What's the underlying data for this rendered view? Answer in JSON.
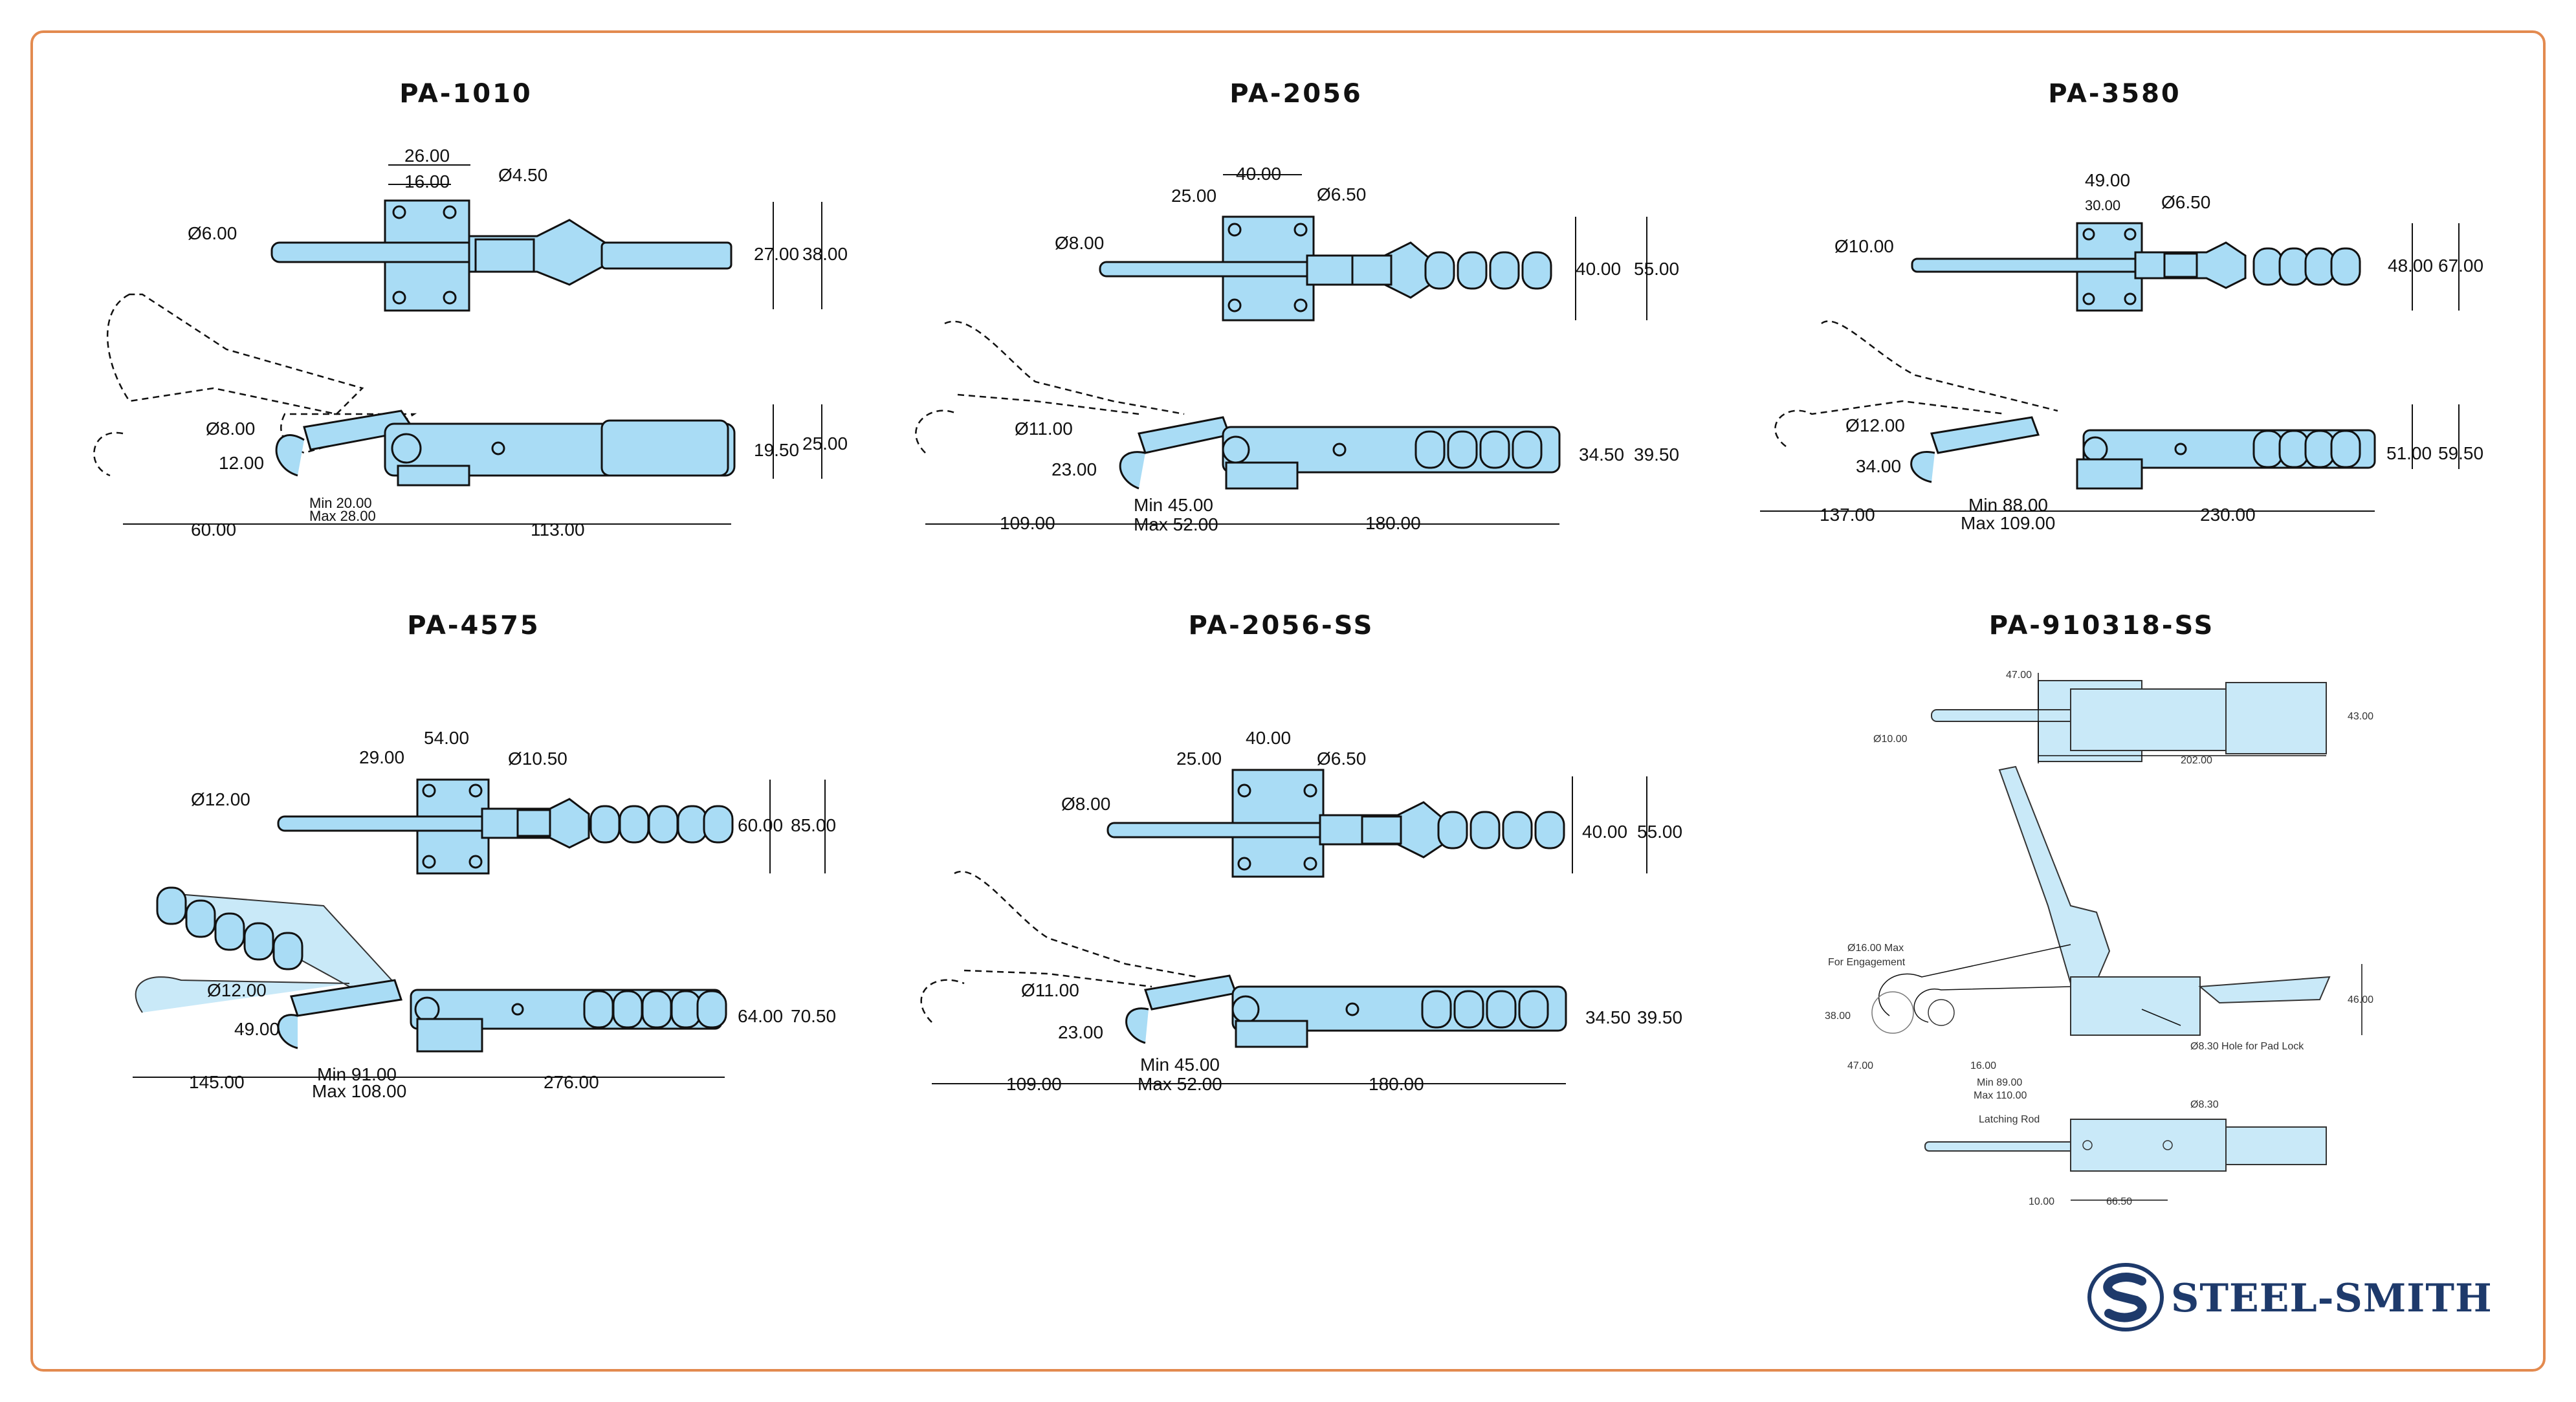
{
  "brand": {
    "name": "STEEL-SMITH",
    "logo_letter": "S",
    "color": "#1e3a6b"
  },
  "accent_color": "#e38a4f",
  "part_color": "#a9dcf5",
  "diagrams": [
    {
      "id": "PA-1010",
      "top_dims": [
        "26.00",
        "16.00",
        "Ø4.50",
        "Ø6.00",
        "27.00",
        "38.00"
      ],
      "side_dims": [
        "Ø8.00",
        "12.00",
        "19.50",
        "25.00",
        "60.00",
        "Min 20.00",
        "Max 28.00",
        "113.00"
      ]
    },
    {
      "id": "PA-2056",
      "top_dims": [
        "40.00",
        "25.00",
        "Ø6.50",
        "Ø8.00",
        "40.00",
        "55.00"
      ],
      "side_dims": [
        "Ø11.00",
        "23.00",
        "34.50",
        "39.50",
        "109.00",
        "Min 45.00",
        "Max 52.00",
        "180.00"
      ]
    },
    {
      "id": "PA-3580",
      "top_dims": [
        "49.00",
        "30.00",
        "Ø6.50",
        "Ø10.00",
        "48.00",
        "67.00"
      ],
      "side_dims": [
        "Ø12.00",
        "34.00",
        "51.00",
        "59.50",
        "137.00",
        "Min 88.00",
        "Max 109.00",
        "230.00"
      ]
    },
    {
      "id": "PA-4575",
      "top_dims": [
        "54.00",
        "29.00",
        "Ø10.50",
        "Ø12.00",
        "60.00",
        "85.00"
      ],
      "side_dims": [
        "Ø12.00",
        "49.00",
        "64.00",
        "70.50",
        "145.00",
        "Min 91.00",
        "Max 108.00",
        "276.00"
      ]
    },
    {
      "id": "PA-2056-SS",
      "top_dims": [
        "40.00",
        "25.00",
        "Ø6.50",
        "Ø8.00",
        "40.00",
        "55.00"
      ],
      "side_dims": [
        "Ø11.00",
        "23.00",
        "34.50",
        "39.50",
        "109.00",
        "Min 45.00",
        "Max 52.00",
        "180.00"
      ]
    },
    {
      "id": "PA-910318-SS",
      "top_dims": [
        "47.00",
        "Ø10.00",
        "43.00",
        "202.00"
      ],
      "side_dims": [
        "Ø16.00 Max",
        "For Engagement",
        "38.00",
        "47.00",
        "16.00",
        "Min 89.00",
        "Max 110.00",
        "46.00",
        "Ø8.30 Hole for Pad Lock"
      ],
      "rod_dims": [
        "Latching Rod",
        "Ø8.30",
        "10.00",
        "66.50"
      ]
    }
  ]
}
